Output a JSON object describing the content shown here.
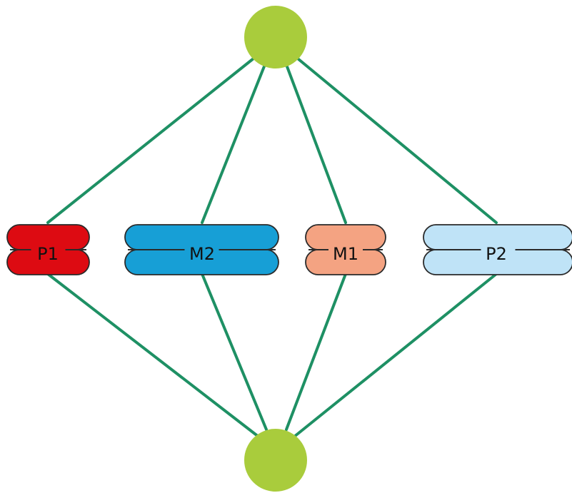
{
  "diagram": {
    "colors": {
      "spindle_line": "#1e9064",
      "pole_fill": "#a9cc3c",
      "chromosome_outline": "#2a2a2a",
      "background": "#ffffff"
    },
    "poles": [
      {
        "id": "pole-top",
        "icon": "spindle-pole-icon"
      },
      {
        "id": "pole-bottom",
        "icon": "spindle-pole-icon"
      }
    ],
    "chromosomes": [
      {
        "id": "P1",
        "label": "P1",
        "color": "#dd0b12"
      },
      {
        "id": "M2",
        "label": "M2",
        "color": "#179fd6"
      },
      {
        "id": "M1",
        "label": "M1",
        "color": "#f4a382"
      },
      {
        "id": "P2",
        "label": "P2",
        "color": "#bfe3f7"
      }
    ]
  }
}
